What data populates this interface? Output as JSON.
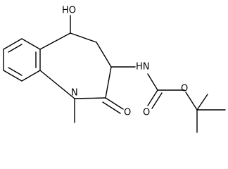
{
  "molecule": {
    "atoms": {
      "hydroxyl": "HO",
      "ring_nitrogen": "N",
      "lactam_oxygen": "O",
      "amide_nitrogen": "HN",
      "ester_oxygen": "O",
      "carbonyl_oxygen": "O"
    }
  },
  "colors": {
    "background": "#ffffff",
    "ink": "#000000"
  }
}
